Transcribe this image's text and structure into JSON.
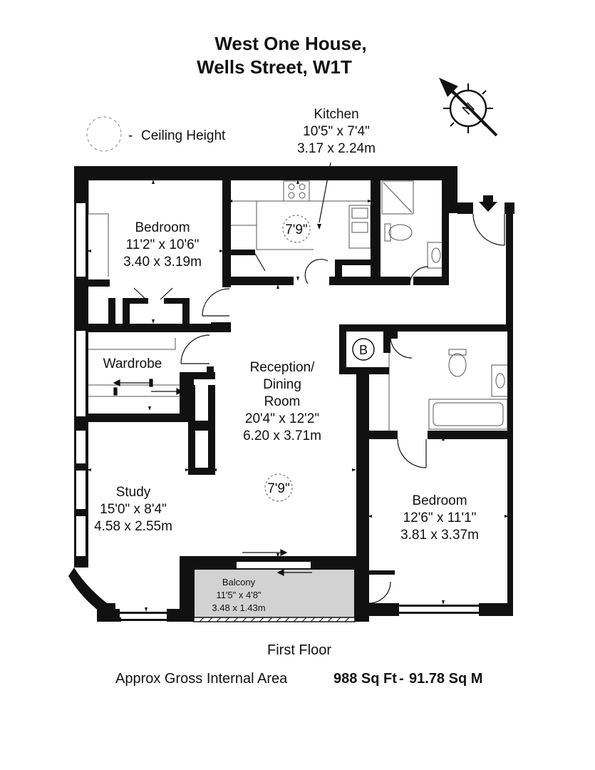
{
  "title": {
    "line1": "West One House,",
    "line2": "Wells Street, W1T"
  },
  "legend": {
    "label": "Ceiling Height",
    "dash": "-"
  },
  "compass": {
    "letter": "N"
  },
  "rooms": {
    "kitchen": {
      "name": "Kitchen",
      "imperial": "10'5\" x 7'4\"",
      "metric": "3.17 x 2.24m"
    },
    "bedroom1": {
      "name": "Bedroom",
      "imperial": "11'2\" x 10'6\"",
      "metric": "3.40 x 3.19m"
    },
    "wardrobe": {
      "name": "Wardrobe"
    },
    "reception": {
      "name1": "Reception/",
      "name2": "Dining",
      "name3": "Room",
      "imperial": "20'4\" x 12'2\"",
      "metric": "6.20 x 3.71m"
    },
    "study": {
      "name": "Study",
      "imperial": "15'0\" x 8'4\"",
      "metric": "4.58 x 2.55m"
    },
    "bedroom2": {
      "name": "Bedroom",
      "imperial": "12'6\" x 11'1\"",
      "metric": "3.81 x 3.37m"
    },
    "balcony": {
      "name": "Balcony",
      "imperial": "11'5\" x 4'8\"",
      "metric": "3.48 x 1.43m"
    }
  },
  "ceiling_heights": {
    "kitchen": "7'9\"",
    "reception": "7'9\""
  },
  "boiler": {
    "label": "B"
  },
  "floor_label": "First Floor",
  "area": {
    "label": "Approx Gross Internal Area",
    "imperial": "988 Sq Ft",
    "separator": "-",
    "metric": "91.78 Sq M"
  }
}
